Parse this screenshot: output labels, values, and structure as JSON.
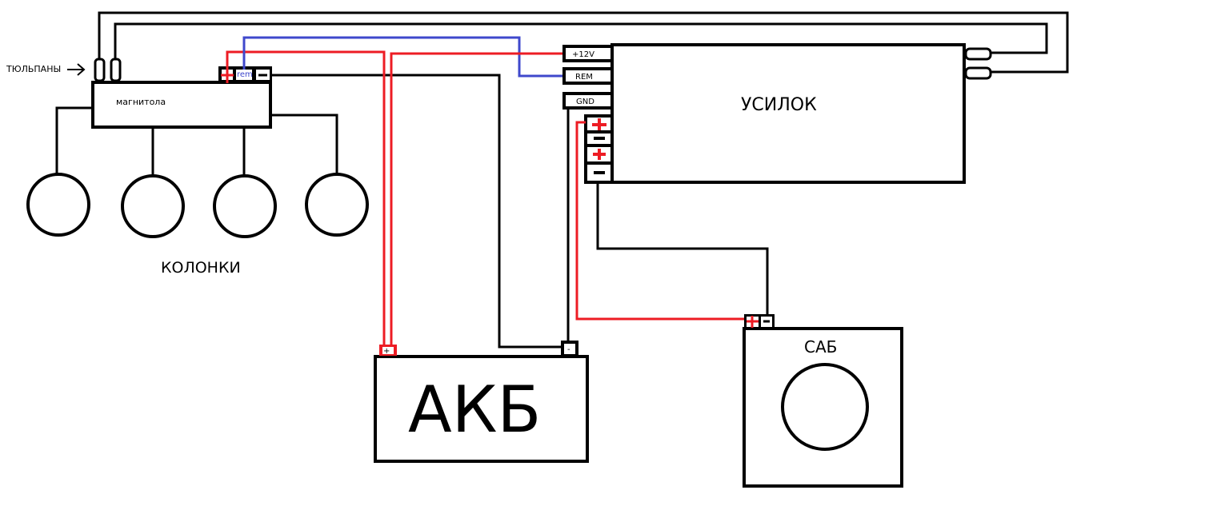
{
  "colors": {
    "wire": "#000000",
    "positive_wire": "#ed1c24",
    "remote_wire": "#3f48cc",
    "background": "#ffffff"
  },
  "labels": {
    "rca": "ТЮЛЬПАНЫ",
    "head_unit": "магнитола",
    "head_unit_rem": "rem",
    "speakers": "КОЛОНКИ",
    "amplifier": "УСИЛОК",
    "amp_12v": "+12V",
    "amp_rem": "REM",
    "amp_gnd": "GND",
    "battery": "АКБ",
    "battery_plus": "+",
    "battery_minus": "-",
    "subwoofer": "САБ"
  },
  "symbols": {
    "plus": "+",
    "minus": "−",
    "arrow": "→"
  },
  "components": {
    "speakers_count": 4,
    "amp_outputs": [
      "+",
      "−",
      "+",
      "−"
    ]
  }
}
